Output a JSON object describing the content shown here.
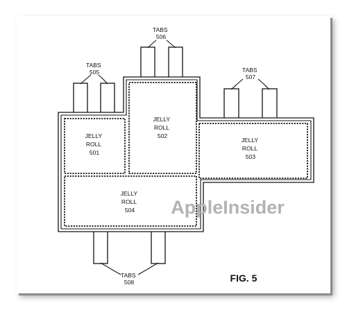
{
  "figure": {
    "label": "FIG. 5",
    "watermark": "AppleInsider"
  },
  "tab_groups": [
    {
      "id": "505",
      "line1": "TABS",
      "line2": "505"
    },
    {
      "id": "506",
      "line1": "TABS",
      "line2": "506"
    },
    {
      "id": "507",
      "line1": "TABS",
      "line2": "507"
    },
    {
      "id": "508",
      "line1": "TABS",
      "line2": "508"
    }
  ],
  "jelly_rolls": [
    {
      "id": "501",
      "line1": "JELLY",
      "line2": "ROLL",
      "line3": "501"
    },
    {
      "id": "502",
      "line1": "JELLY",
      "line2": "ROLL",
      "line3": "502"
    },
    {
      "id": "503",
      "line1": "JELLY",
      "line2": "ROLL",
      "line3": "503"
    },
    {
      "id": "504",
      "line1": "JELLY",
      "line2": "ROLL",
      "line3": "504"
    }
  ],
  "colors": {
    "line": "#111111",
    "watermark": "#b3b3b3",
    "background": "#ffffff"
  }
}
